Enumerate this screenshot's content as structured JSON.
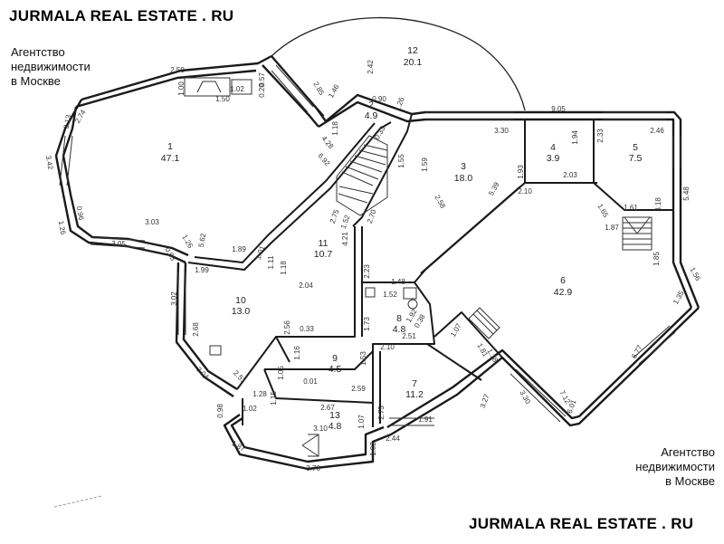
{
  "header": {
    "title": "JURMALA REAL ESTATE . RU"
  },
  "footer": {
    "title": "JURMALA REAL ESTATE . RU"
  },
  "agency_top": {
    "line1": "Агентство",
    "line2": "недвижимости",
    "line3": "в Москве"
  },
  "agency_bottom": {
    "line1": "Агентство",
    "line2": "недвижимости",
    "line3": "в Москве"
  },
  "rooms": [
    {
      "number": "1",
      "area": "47.1"
    },
    {
      "number": "2",
      "area": "4.9"
    },
    {
      "number": "3",
      "area": "18.0"
    },
    {
      "number": "4",
      "area": "3.9"
    },
    {
      "number": "5",
      "area": "7.5"
    },
    {
      "number": "6",
      "area": "42.9"
    },
    {
      "number": "7",
      "area": "11.2"
    },
    {
      "number": "8",
      "area": "4.8"
    },
    {
      "number": "9",
      "area": "4.5"
    },
    {
      "number": "10",
      "area": "13.0"
    },
    {
      "number": "11",
      "area": "10.7"
    },
    {
      "number": "12",
      "area": "20.1"
    },
    {
      "number": "13",
      "area": "4.8"
    }
  ],
  "dims": {
    "d1": "2.50",
    "d2": "1.00",
    "d3": "1.02",
    "d4": "0.57",
    "d5": "0.20",
    "d6": "1.50",
    "d7": "2.42",
    "d8": "2.85",
    "d9": "1.46",
    "d10": "0.90",
    "d11": "1.26",
    "d12": "1.18",
    "d13": "0.33",
    "d14": "4.28",
    "d15": "3.13",
    "d16": "2.74",
    "d17": "3.42",
    "d18": "0.96",
    "d19": "1.26",
    "d20": "3.05",
    "d21": "3.03",
    "d22": "6.92",
    "d23": "1.55",
    "d24": "1.59",
    "d25": "9.05",
    "d26": "3.30",
    "d27": "1.94",
    "d28": "2.33",
    "d29": "2.46",
    "d30": "2.03",
    "d31": "1.93",
    "d32": "5.39",
    "d33": "2.58",
    "d34": "2.10",
    "d35": "1.65",
    "d36": "1.61",
    "d37": "1.87",
    "d38": "3.18",
    "d39": "5.48",
    "d40": "1.85",
    "d41": "1.56",
    "d42": "1.35",
    "d43": "6.77",
    "d44": "0.93",
    "d45": "1.26",
    "d46": "5.62",
    "d47": "1.89",
    "d48": "1.99",
    "d49": "1.01",
    "d50": "1.18",
    "d51": "2.75",
    "d52": "1.52",
    "d53": "4.21",
    "d54": "2.70",
    "d55": "3.02",
    "d56": "2.04",
    "d57": "2.23",
    "d58": "1.48",
    "d59": "1.52",
    "d60": "2.68",
    "d61": "2.56",
    "d62": "0.33",
    "d63": "1.73",
    "d64": "1.92",
    "d65": "0.38",
    "d66": "2.51",
    "d67": "1.07",
    "d68": "1.81",
    "d69": "1.18",
    "d70": "3.04",
    "d71": "2.51",
    "d72": "1.16",
    "d73": "1.53",
    "d74": "2.10",
    "d75": "0.01",
    "d76": "2.59",
    "d77": "1.05",
    "d78": "1.28",
    "d79": "1.15",
    "d80": "2.67",
    "d81": "1.07",
    "d82": "3.10",
    "d83": "0.98",
    "d84": "1.02",
    "d85": "2.75",
    "d86": "1.91",
    "d87": "3.27",
    "d88": "3.30",
    "d89": "7.12",
    "d90": "6.01",
    "d91": "2.44",
    "d92": "1.02",
    "d93": "1.87",
    "d94": "3.76",
    "d95": "1.11"
  }
}
